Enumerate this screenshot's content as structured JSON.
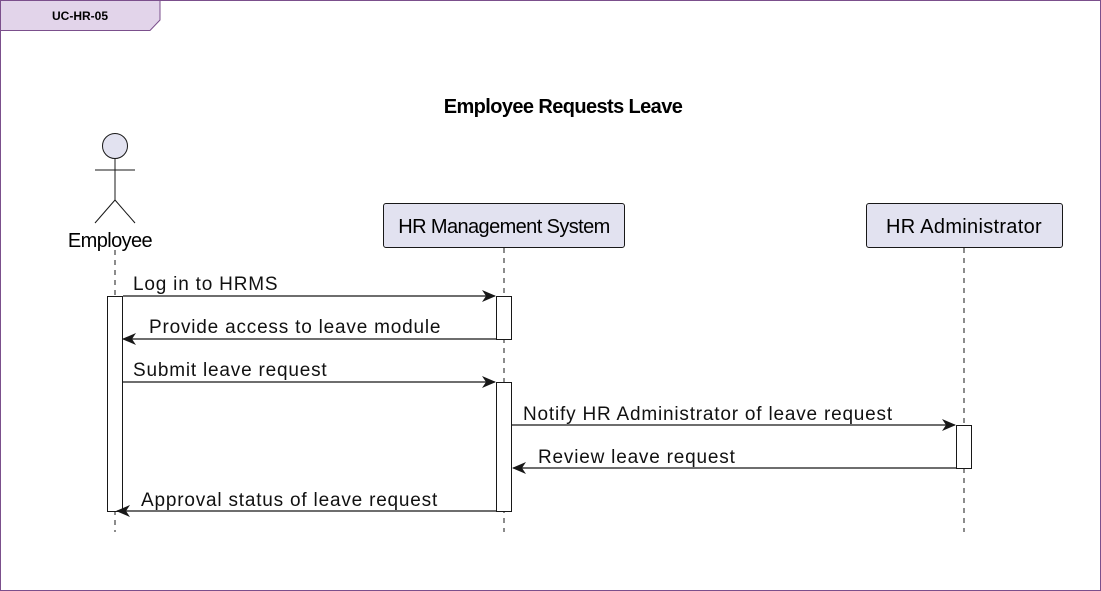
{
  "frame": {
    "id_label": "UC-HR-05"
  },
  "diagram": {
    "title": "Employee Requests Leave",
    "actor": {
      "label": "Employee",
      "icon": "stick-figure-icon"
    },
    "participants": {
      "system": "HR Management System",
      "admin": "HR Administrator"
    },
    "messages": [
      {
        "from": "Employee",
        "to": "HR Management System",
        "label": "Log in to HRMS"
      },
      {
        "from": "HR Management System",
        "to": "Employee",
        "label": "Provide access to leave module"
      },
      {
        "from": "Employee",
        "to": "HR Management System",
        "label": "Submit leave request"
      },
      {
        "from": "HR Management System",
        "to": "HR Administrator",
        "label": "Notify HR Administrator of leave request"
      },
      {
        "from": "HR Administrator",
        "to": "HR Management System",
        "label": "Review leave request"
      },
      {
        "from": "HR Management System",
        "to": "Employee",
        "label": "Approval status of leave request"
      }
    ]
  },
  "colors": {
    "frame_border": "#7b4f8c",
    "tab_fill": "#e2d4ea",
    "box_fill": "#e2e2f0",
    "line": "#181818",
    "activation_fill": "#ffffff"
  }
}
